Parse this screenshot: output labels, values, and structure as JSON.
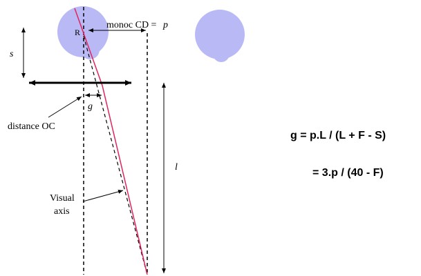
{
  "labels": {
    "monoc_cd": "monoc CD =",
    "p": "p",
    "R": "R",
    "s": "s",
    "g": "g",
    "l": "l",
    "distance_oc": "distance OC",
    "visual_line1": "Visual",
    "visual_line2": "axis"
  },
  "formula": {
    "line1": "g = p.L / (L + F - S)",
    "line2": "= 3.p / (40 - F)"
  },
  "colors": {
    "eye": "#b9b9f5",
    "visual_axis": "#e0245e",
    "lines": "#000000"
  }
}
